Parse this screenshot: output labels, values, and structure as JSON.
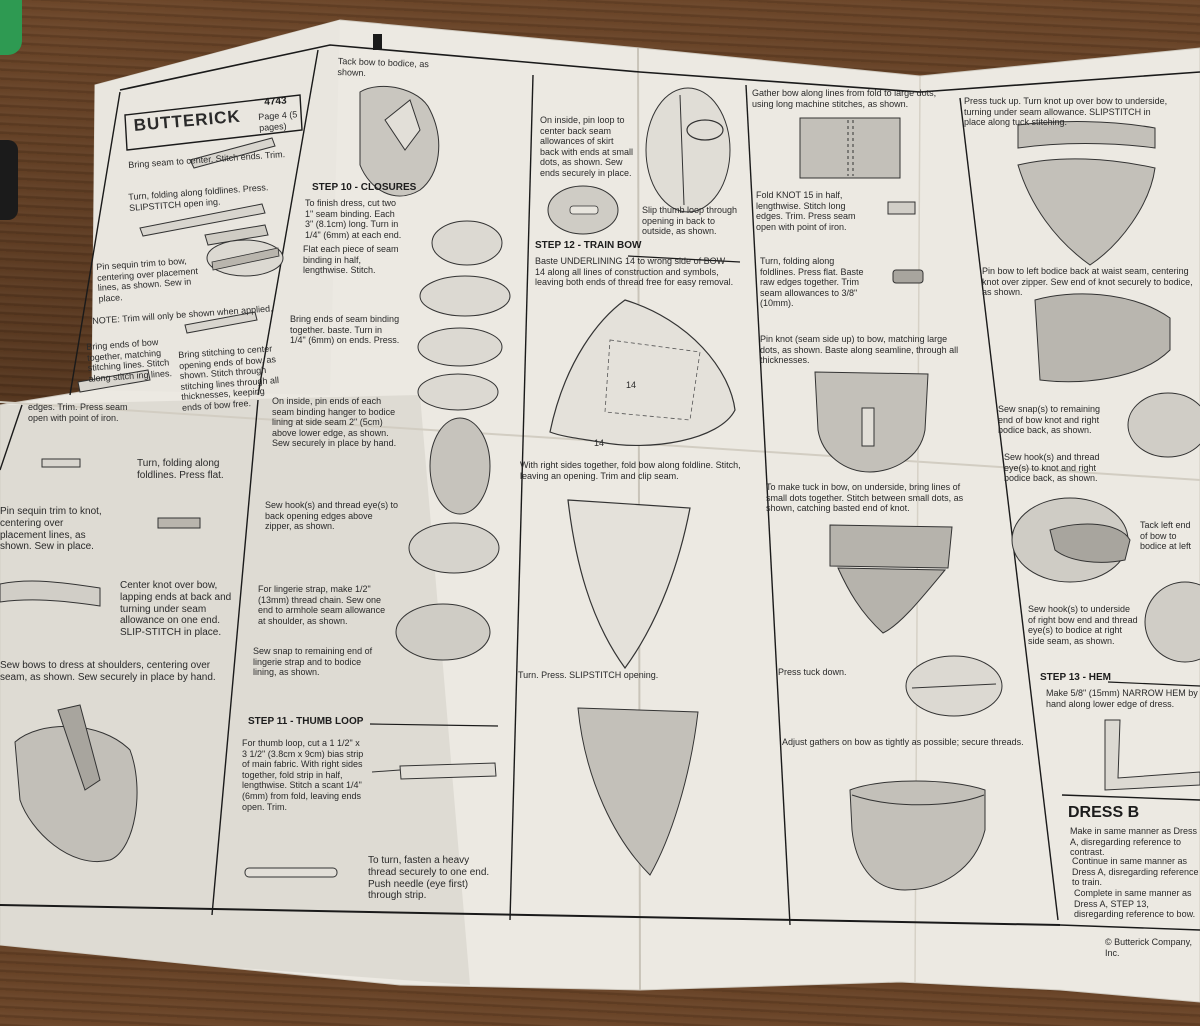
{
  "header": {
    "brand": "BUTTERICK",
    "pattern_number": "4743",
    "page_info": "Page 4 (5 pages)"
  },
  "panel1": {
    "bring_seam": "Bring seam to center. Stitch ends. Trim.",
    "turn_folding": "Turn, folding along foldlines. Press. SLIPSTITCH open ing.",
    "pin_sequin": "Pin sequin trim to bow, centering over placement lines, as shown. Sew in place.",
    "note_trim": "NOTE: Trim will only be shown when applied.",
    "bring_ends": "Bring ends of bow together, matching stitching lines. Stitch along stitch ing lines.",
    "bring_stitching": "Bring stitching to center opening ends of bow, as shown. Stitch through stitching lines through all thicknesses, keeping ends of bow free.",
    "edges_trim": "edges. Trim. Press seam open with point of iron.",
    "turn_fold": "Turn, folding along foldlines. Press flat.",
    "pin_sequin_knot": "Pin sequin trim to knot, centering over placement lines, as shown. Sew in place.",
    "center_knot": "Center knot over bow, lapping ends at back and turning under seam allowance on one end. SLIP-STITCH in place.",
    "bows_dress": "Sew bows to dress at shoulders, centering over seam, as shown. Sew securely in place by hand."
  },
  "panel2": {
    "tack_bow": "Tack bow to bodice, as shown.",
    "step10": "STEP 10 - CLOSURES",
    "step10_text": "To finish dress, cut two 1\" seam binding. Each 3\" (8.1cm) long. Turn in 1/4\" (6mm) at each end.",
    "flat_each": "Flat each piece of seam binding in half, lengthwise. Stitch.",
    "bring_seam_binding": "Bring ends of seam binding together. baste. Turn in 1/4\" (6mm) on ends. Press.",
    "on_inside_pin": "On inside, pin ends of each seam binding hanger to bodice lining at side seam 2\" (5cm) above lower edge, as shown. Sew securely in place by hand.",
    "sew_hooks": "Sew hook(s) and thread eye(s) to back opening edges above zipper, as shown.",
    "lingerie_strap": "For lingerie strap, make 1/2\" (13mm) thread chain. Sew one end to armhole seam allowance at shoulder, as shown.",
    "sew_snap": "Sew snap to remaining end of lingerie strap and to bodice lining, as shown.",
    "step11": "STEP 11 - THUMB LOOP",
    "thumb_loop": "For thumb loop, cut a 1 1/2\" x 3 1/2\" (3.8cm x 9cm) bias strip of main fabric. With right sides together, fold strip in half, lengthwise. Stitch a scant 1/4\" (6mm) from fold, leaving ends open. Trim.",
    "to_turn": "To turn, fasten a heavy thread securely to one end. Push needle (eye first) through strip."
  },
  "panel3": {
    "on_inside_loop": "On inside, pin loop to center back seam allowances of skirt back with ends at small dots, as shown. Sew ends securely in place.",
    "slip_thumb": "Slip thumb loop through opening in back to outside, as shown.",
    "step12": "STEP 12 - TRAIN BOW",
    "baste_underlining": "Baste UNDERLINING 14 to wrong side of BOW 14 along all lines of construction and symbols, leaving both ends of thread free for easy removal.",
    "piece_label_a": "14",
    "piece_label_b": "14",
    "right_sides": "With right sides together, fold bow along foldline. Stitch, leaving an opening. Trim and clip seam.",
    "turn_press": "Turn. Press. SLIPSTITCH opening."
  },
  "panel4": {
    "gather_bow": "Gather bow along lines from fold to large dots, using long machine stitches, as shown.",
    "fold_knot": "Fold KNOT 15 in half, lengthwise. Stitch long edges. Trim. Press seam open with point of iron.",
    "turn_folding": "Turn, folding along foldlines. Press flat. Baste raw edges together. Trim seam allowances to 3/8\" (10mm).",
    "pin_knot": "Pin knot (seam side up) to bow, matching large dots, as shown. Baste along seamline, through all thicknesses.",
    "make_tuck": "To make tuck in bow, on underside, bring lines of small dots together. Stitch between small dots, as shown, catching basted end of knot.",
    "press_tuck": "Press tuck down.",
    "adjust_gathers": "Adjust gathers on bow as tightly as possible; secure threads."
  },
  "panel5": {
    "press_tuck_up": "Press tuck up. Turn knot up over bow to underside, turning under seam allowance. SLIPSTITCH in place along tuck stitching.",
    "pin_bow": "Pin bow to left bodice back at waist seam, centering knot over zipper. Sew end of knot securely to bodice, as shown.",
    "sew_snaps": "Sew snap(s) to remaining end of bow knot and right bodice back, as shown.",
    "sew_hooks_thread": "Sew hook(s) and thread eye(s) to knot and right bodice back, as shown.",
    "tack_left": "Tack left end of bow to bodice at left",
    "sew_hooks_under": "Sew hook(s) to underside of right bow end and thread eye(s) to bodice at right side seam, as shown.",
    "step13": "STEP 13 - HEM",
    "hem_text": "Make 5/8\" (15mm) NARROW HEM by hand along lower edge of dress.",
    "dress_b": "DRESS B",
    "dress_b_1": "Make in same manner as Dress A, disregarding reference to contrast.",
    "dress_b_2": "Continue in same manner as Dress A, disregarding reference to train.",
    "dress_b_3": "Complete in same manner as Dress A, STEP 13, disregarding reference to bow.",
    "copyright": "© Butterick Company, Inc."
  }
}
